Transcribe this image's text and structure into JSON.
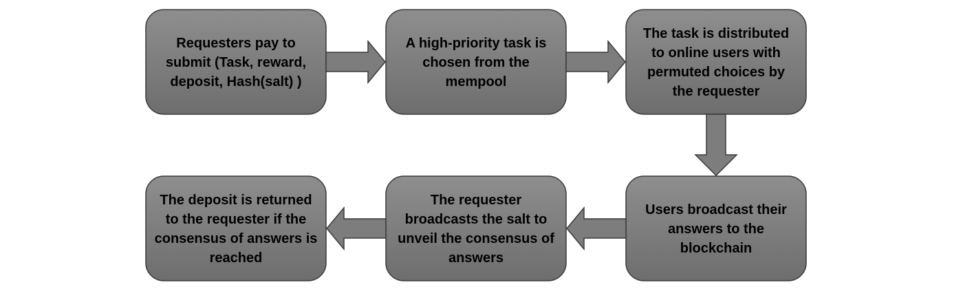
{
  "steps": [
    {
      "lines": [
        "Requesters pay to",
        "submit (Task, reward,",
        "deposit, Hash(salt) )"
      ]
    },
    {
      "lines": [
        "A high-priority task is",
        "chosen from the",
        "mempool"
      ]
    },
    {
      "lines": [
        "The task is distributed",
        "to online users with",
        "permuted choices by",
        "the requester"
      ]
    },
    {
      "lines": [
        "Users broadcast their",
        "answers to the",
        "blockchain"
      ]
    },
    {
      "lines": [
        "The requester",
        "broadcasts the salt to",
        "unveil the consensus of",
        "answers"
      ]
    },
    {
      "lines": [
        "The deposit is returned",
        "to the requester if the",
        "consensus of answers is",
        "reached"
      ]
    }
  ],
  "colors": {
    "box_fill_light": "#8e8e8e",
    "box_fill_dark": "#6e6e6e",
    "box_stroke": "#3a3a3a",
    "arrow_fill": "#7d7d7d",
    "text": "#000000"
  }
}
